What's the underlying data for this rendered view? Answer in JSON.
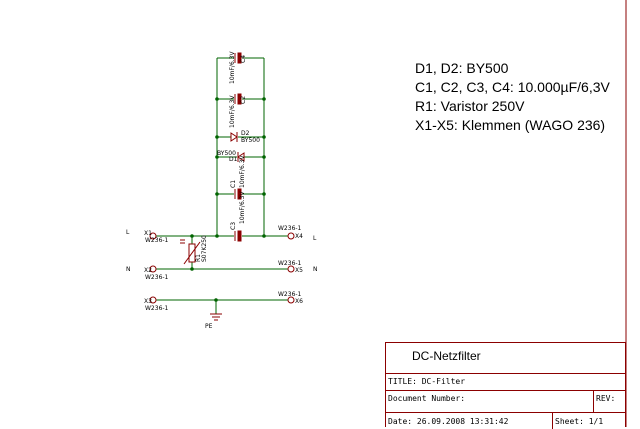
{
  "notes": [
    "D1, D2: BY500",
    "C1, C2, C3, C4: 10.000µF/6,3V",
    "R1: Varistor 250V",
    "X1-X5: Klemmen (WAGO 236)"
  ],
  "parts": {
    "c4_name": "C4",
    "c4_value": "10mF/6.3V",
    "c2_name": "C2",
    "c2_value": "10mF/6.3V",
    "d2_name": "D2",
    "d2_value": "BY500",
    "d1_name": "D1",
    "d1_value": "BY500",
    "c1_name": "C1",
    "c1_value": "10mF/6.3V",
    "c3_name": "C3",
    "c3_value": "10mF/6.3V",
    "r1_name": "R1",
    "r1_value": "S07K250",
    "x1_name": "X1",
    "x1_type": "W236-1",
    "x2_name": "X2",
    "x2_type": "W236-1",
    "x3_name": "X3",
    "x3_type": "W236-1",
    "x4_name": "X4",
    "x4_type": "W236-1",
    "x5_name": "X5",
    "x5_type": "W236-1",
    "x6_name": "X6",
    "x6_type": "W236-1",
    "pe_label": "PE"
  },
  "nets": {
    "left_l": "L",
    "left_n": "N",
    "right_l": "L",
    "right_n": "N"
  },
  "titleblock": {
    "title": "DC-Netzfilter",
    "title_field": "TITLE:  DC-Filter",
    "docnum_label": "Document Number:",
    "rev_label": "REV:",
    "date": "Date: 26.09.2008 13:31:42",
    "sheet": "Sheet: 1/1"
  },
  "colors": {
    "wire": "#006400",
    "part": "#8b0000",
    "text": "#000000"
  }
}
